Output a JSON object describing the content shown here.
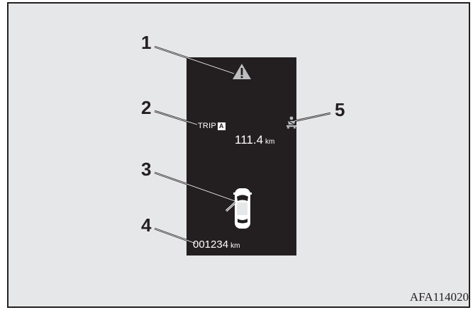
{
  "callouts": [
    "1",
    "2",
    "3",
    "4",
    "5"
  ],
  "display": {
    "trip_label": "TRIP",
    "trip_badge": "A",
    "trip_value": "111.4",
    "trip_unit": "km",
    "odometer_value": "001234",
    "odometer_unit": "km",
    "icons": [
      "warning-triangle-icon",
      "seatbelt-reminder-icon",
      "car-door-open-icon"
    ]
  },
  "figure_code": "AFA114020",
  "colors": {
    "panel": "#231f20",
    "background": "#e6e7e8",
    "text": "#ffffff"
  }
}
